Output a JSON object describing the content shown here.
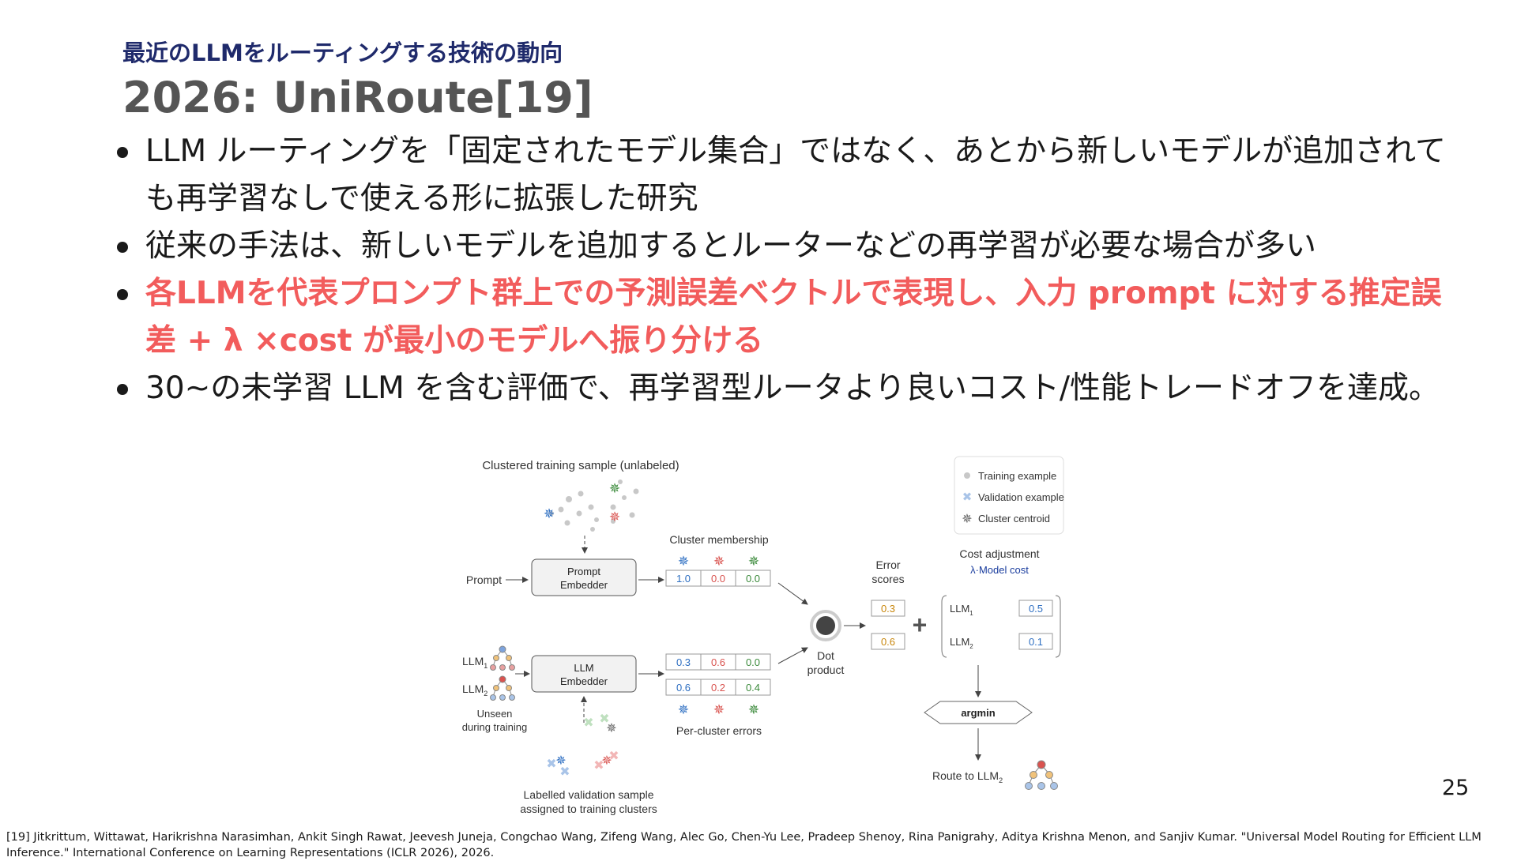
{
  "header": {
    "subtitle": "最近のLLMをルーティングする技術の動向",
    "title": "2026: UniRoute[19]"
  },
  "bullets": [
    "LLM ルーティングを「固定されたモデル集合」ではなく、あとから新しいモデルが追加されても再学習なしで使える形に拡張した研究",
    "従来の手法は、新しいモデルを追加するとルーターなどの再学習が必要な場合が多い",
    "各LLMを代表プロンプト群上での予測誤差ベクトルで表現し、入力 prompt に対する推定誤差 + λ ×cost が最小のモデルへ振り分ける",
    "30~の未学習 LLM を含む評価で、再学習型ルータより良いコスト/性能トレードオフを達成。"
  ],
  "figure": {
    "clustered_title": "Clustered training sample (unlabeled)",
    "legend": {
      "training": "Training example",
      "validation": "Validation example",
      "centroid": "Cluster centroid"
    },
    "prompt_label": "Prompt",
    "prompt_embedder": [
      "Prompt",
      "Embedder"
    ],
    "llm_embedder": [
      "LLM",
      "Embedder"
    ],
    "cluster_membership_label": "Cluster membership",
    "membership_values": [
      "1.0",
      "0.0",
      "0.0"
    ],
    "llm1_errors": [
      "0.3",
      "0.6",
      "0.0"
    ],
    "llm2_errors": [
      "0.6",
      "0.2",
      "0.4"
    ],
    "per_cluster_label": "Per-cluster errors",
    "llm1": "LLM",
    "llm1_sub": "1",
    "llm2": "LLM",
    "llm2_sub": "2",
    "unseen_label": [
      "Unseen",
      "during training"
    ],
    "dot_product": [
      "Dot",
      "product"
    ],
    "error_scores_label": [
      "Error",
      "scores"
    ],
    "error_scores": [
      "0.3",
      "0.6"
    ],
    "plus": "+",
    "cost_adjustment_label": "Cost adjustment",
    "cost_formula": "λ·Model cost",
    "cost_values": [
      "0.5",
      "0.1"
    ],
    "argmin": "argmin",
    "route_to": "Route to LLM",
    "route_sub": "2",
    "validation_label": [
      "Labelled validation sample",
      "assigned to training clusters"
    ],
    "colors": {
      "blue": "#2e6fc2",
      "red": "#d9534f",
      "green": "#3b8a3b",
      "orange": "#c8860b"
    }
  },
  "page_number": "25",
  "reference": "[19] Jitkrittum, Wittawat, Harikrishna Narasimhan, Ankit Singh Rawat, Jeevesh Juneja, Congchao Wang, Zifeng Wang, Alec Go, Chen-Yu Lee, Pradeep Shenoy, Rina Panigrahy, Aditya Krishna Menon, and Sanjiv Kumar. \"Universal Model Routing for Efficient LLM Inference.\" International Conference on Learning Representations (ICLR 2026), 2026."
}
